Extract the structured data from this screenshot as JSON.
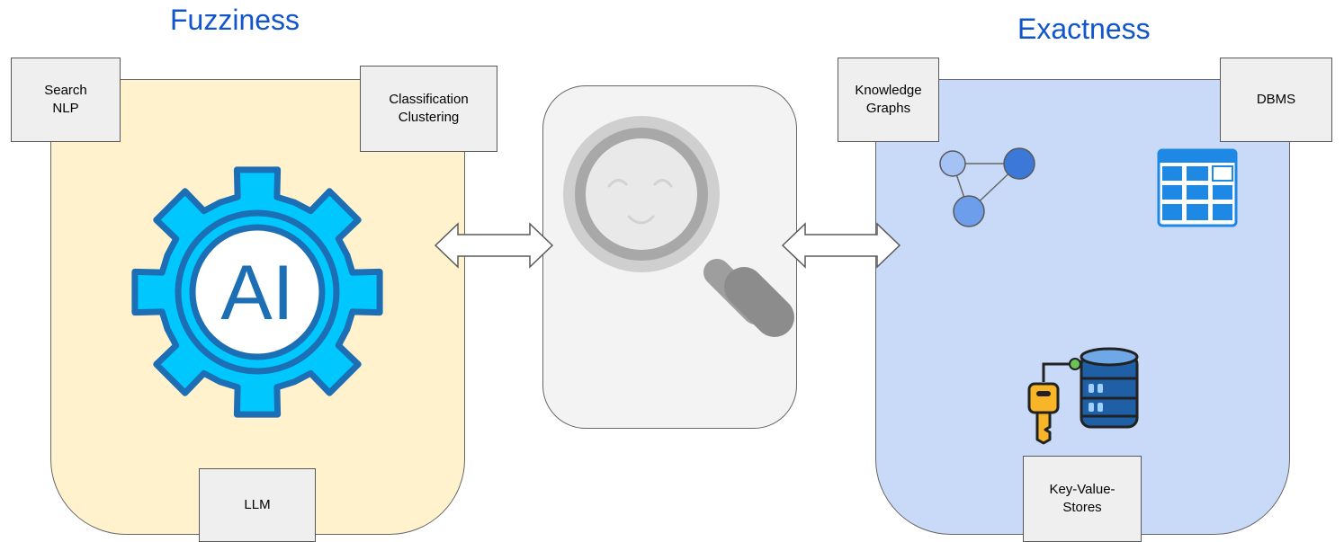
{
  "left": {
    "title": "Fuzziness",
    "panel_color": "#fff2cc",
    "boxes": {
      "search_nlp": "Search\nNLP",
      "classification_clustering": "Classification\nClustering",
      "llm": "LLM"
    },
    "icon_text": "AI"
  },
  "right": {
    "title": "Exactness",
    "panel_color": "#c9daf8",
    "boxes": {
      "knowledge_graphs": "Knowledge\nGraphs",
      "dbms": "DBMS",
      "key_value_stores": "Key-Value-\nStores"
    }
  },
  "center": {
    "panel_color": "#f3f3f3"
  },
  "colors": {
    "heading": "#1155cc",
    "label_box": "#efefef",
    "gear": "#00c8ff",
    "gear_outline": "#1d6fb5"
  }
}
